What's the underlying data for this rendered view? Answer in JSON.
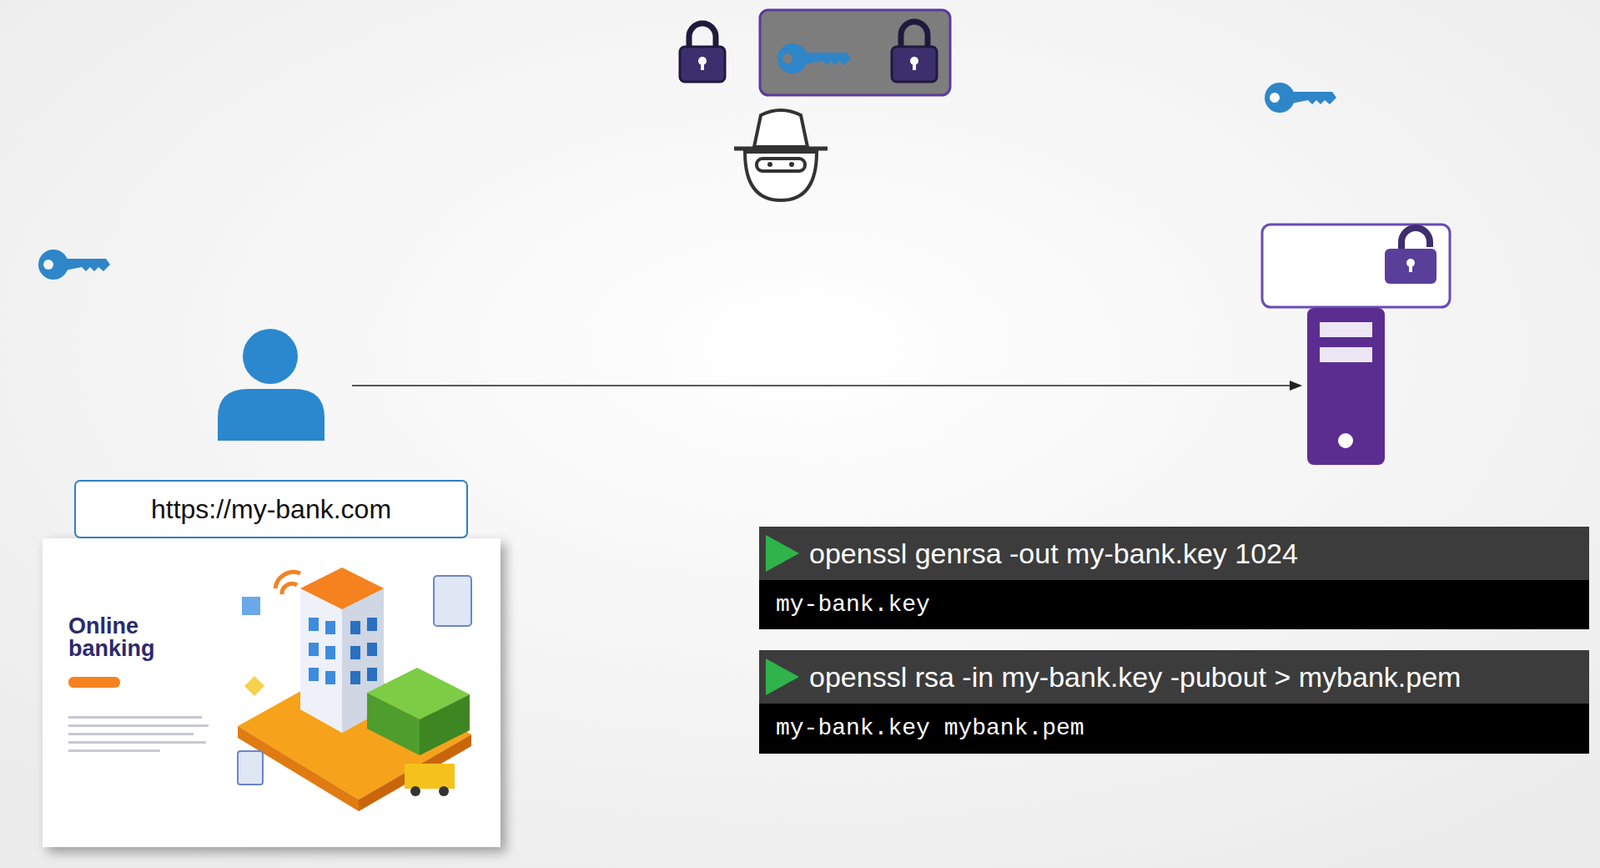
{
  "diagram": {
    "nodes": [
      {
        "text": [
          "https://my-bank.com"
        ]
      },
      {
        "text": [
          "Online banking"
        ]
      },
      {
        "text": [
          "openssl genrsa -out my-bank.key 1024",
          "my-bank.key"
        ]
      },
      {
        "text": [
          "openssl rsa -in my-bank.key -pubout > mybank.pem",
          "my-bank.key mybank.pem"
        ]
      }
    ]
  }
}
